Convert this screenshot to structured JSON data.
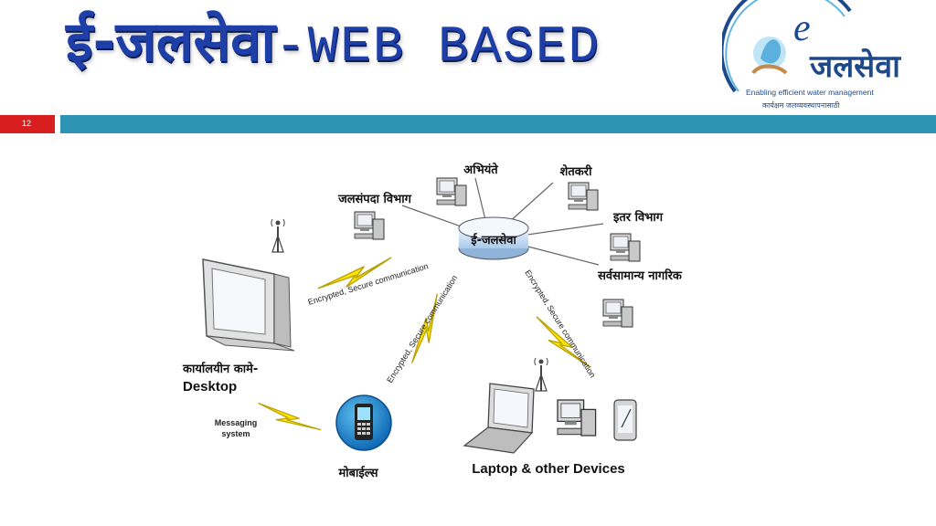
{
  "header": {
    "title_hindi": "ई-जलसेवा",
    "title_english": "-WEB BASED",
    "slide_number": "12"
  },
  "logo": {
    "mark": "e",
    "name": "जलसेवा",
    "tagline": "Enabling efficient water management",
    "tagline_marathi": "कार्यक्षम जलव्यवस्थापनासाठी"
  },
  "diagram": {
    "hub_label": "ई-जलसेवा",
    "nodes": {
      "abhiyante": "अभियंते",
      "shetkari": "शेतकरी",
      "jalsampada": "जलसंपदा विभाग",
      "itar": "इतर विभाग",
      "nagrik": "सर्वसामान्य नागरिक",
      "desktop_hi": "कार्यालयीन कामे-",
      "desktop_en": "Desktop",
      "mobile": "मोबाईल्स",
      "laptop": "Laptop & other Devices"
    },
    "links": {
      "encrypted_1": "Encrypted, Secure communication",
      "encrypted_2": "Encrypted, Secure communication",
      "encrypted_3": "Encrypted, Secure communication",
      "messaging_1": "Messaging",
      "messaging_2": "system"
    }
  }
}
